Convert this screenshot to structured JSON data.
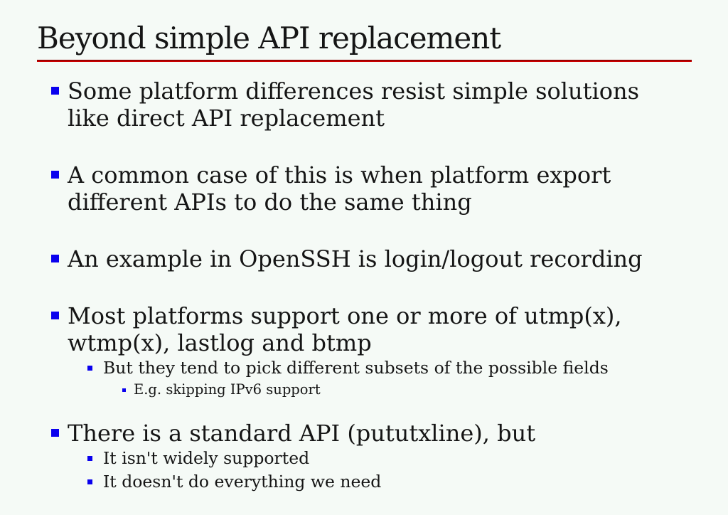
{
  "slide": {
    "title": "Beyond simple API replacement",
    "colors": {
      "background": "#f5faf6",
      "text": "#151515",
      "bullet": "#0a00ee",
      "rule_top": "#6e0000",
      "rule_bottom": "#cc0000"
    },
    "bullets": [
      {
        "level": 1,
        "text": "Some platform differences resist simple solutions\nlike direct API replacement"
      },
      {
        "level": 1,
        "text": "A common case of this is when platform export\ndifferent APIs to do the same thing"
      },
      {
        "level": 1,
        "text": "An example in OpenSSH is login/logout recording"
      },
      {
        "level": 1,
        "text": "Most platforms support one or more of utmp(x),\nwtmp(x), lastlog and btmp"
      },
      {
        "level": 2,
        "text": "But they tend to pick different subsets of the possible fields"
      },
      {
        "level": 3,
        "text": "E.g. skipping IPv6 support"
      },
      {
        "level": 1,
        "text": "There is a standard API (pututxline), but"
      },
      {
        "level": 2,
        "text": "It isn't widely supported"
      },
      {
        "level": 2,
        "text": "It doesn't do everything we need"
      }
    ]
  }
}
